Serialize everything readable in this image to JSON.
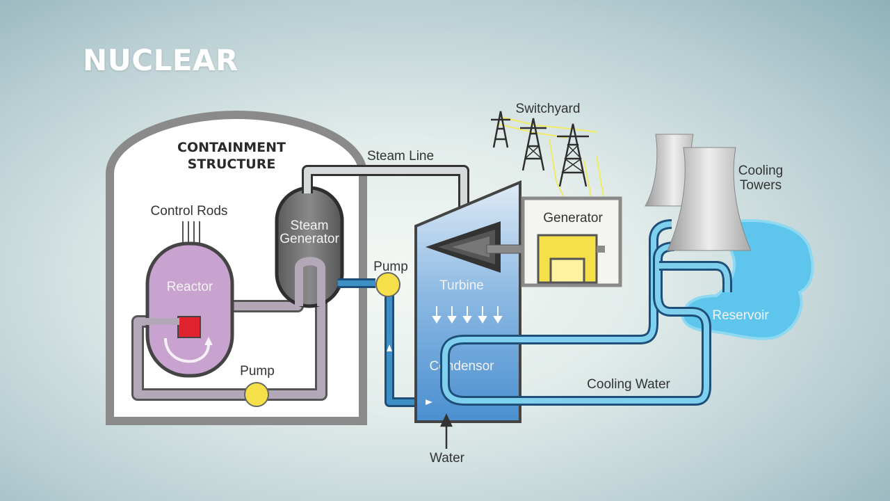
{
  "title": "NUCLEAR",
  "labels": {
    "containment_line1": "CONTAINMENT",
    "containment_line2": "STRUCTURE",
    "control_rods": "Control Rods",
    "reactor": "Reactor",
    "steam_generator_line1": "Steam",
    "steam_generator_line2": "Generator",
    "steam_line": "Steam Line",
    "pump_secondary": "Pump",
    "pump_primary": "Pump",
    "turbine": "Turbine",
    "condensor": "Condensor",
    "generator": "Generator",
    "switchyard": "Switchyard",
    "cooling_towers_line1": "Cooling",
    "cooling_towers_line2": "Towers",
    "reservoir": "Reservoir",
    "cooling_water": "Cooling Water",
    "water": "Water"
  },
  "colors": {
    "reactor": "#c9a3cf",
    "steam_generator": "#6e6e6e",
    "primary_loop": "#a99bb0",
    "steam_line": "#bfc4c6",
    "secondary_loop": "#3d8fc4",
    "cooling_loop": "#6fc6e6",
    "pump": "#f5e04a",
    "generator": "#f5e04a",
    "turbine": "#6fa7d8",
    "core": "#e0242f",
    "reservoir": "#5ec6ec"
  }
}
